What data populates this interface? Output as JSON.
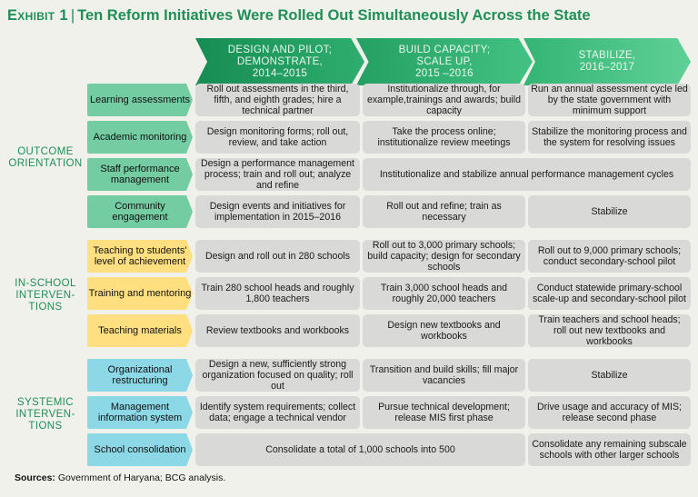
{
  "title": {
    "exhibit": "Exhibit 1",
    "separator": "|",
    "text": "Ten Reform Initiatives Were Rolled Out Simultaneously Across the State"
  },
  "colors": {
    "phase_dark": "#1e9a60",
    "phase_light": "#3dbe7e",
    "outcome_label": "#74cda2",
    "in_school_label": "#ffdf7f",
    "systemic_label": "#8dd8e6",
    "cell": "#d9d9d8",
    "group_text": "#1f8e57"
  },
  "phases": [
    {
      "lines": [
        "DESIGN AND PILOT;",
        "DEMONSTRATE,",
        "2014–2015"
      ]
    },
    {
      "lines": [
        "BUILD CAPACITY;",
        "SCALE UP,",
        "2015 –2016"
      ]
    },
    {
      "lines": [
        "STABILIZE,",
        "2016–2017"
      ]
    }
  ],
  "groups": [
    {
      "lines": [
        "OUTCOME",
        "ORIENTATION"
      ]
    },
    {
      "lines": [
        "IN-SCHOOL",
        "INTERVEN-",
        "TIONS"
      ]
    },
    {
      "lines": [
        "SYSTEMIC",
        "INTERVEN-",
        "TIONS"
      ]
    }
  ],
  "rows": [
    {
      "label": "Learning assessments",
      "cells": [
        "Roll out assessments in the third, fifth, and eighth grades; hire a technical partner",
        "Institutionalize through, for example,trainings and awards; build capacity",
        "Run an annual assessment cycle led by the state government with minimum support"
      ]
    },
    {
      "label": "Academic monitoring",
      "cells": [
        "Design monitoring forms; roll out, review, and take action",
        "Take the process online; institutionalize review meetings",
        "Stabilize the monitoring process and the system for resolving issues"
      ]
    },
    {
      "label": "Staff performance management",
      "cells": [
        "Design a performance management process; train and roll out; analyze and refine",
        "Institutionalize and stabilize annual performance management cycles"
      ]
    },
    {
      "label": "Community engagement",
      "cells": [
        "Design events and initiatives for implementation in 2015–2016",
        "Roll out and refine; train as necessary",
        "Stabilize"
      ]
    },
    {
      "label": "Teaching to students' level of achievement",
      "cells": [
        "Design and roll out in 280 schools",
        "Roll out to 3,000 primary schools; build capacity; design for secondary schools",
        "Roll out to 9,000 primary schools; conduct secondary-school pilot"
      ]
    },
    {
      "label": "Training and mentoring",
      "cells": [
        "Train 280 school heads and roughly 1,800 teachers",
        "Train 3,000 school heads and roughly 20,000 teachers",
        "Conduct statewide primary-school scale-up and secondary-school pilot"
      ]
    },
    {
      "label": "Teaching materials",
      "cells": [
        "Review textbooks and workbooks",
        "Design new textbooks and workbooks",
        "Train teachers and school heads; roll out new textbooks and workbooks"
      ]
    },
    {
      "label": "Organizational restructuring",
      "cells": [
        "Design a new, sufficiently strong organization focused on quality; roll out",
        "Transition and build skills; fill major vacancies",
        "Stabilize"
      ]
    },
    {
      "label": "Management information system",
      "cells": [
        "Identify system requirements; collect data; engage a technical vendor",
        "Pursue technical development; release MIS first phase",
        "Drive usage and accuracy of MIS; release second phase"
      ]
    },
    {
      "label": "School consolidation",
      "cells": [
        "Consolidate a total of 1,000 schools into 500",
        "Consolidate any remaining subscale schools with other larger schools"
      ]
    }
  ],
  "sources": {
    "label": "Sources:",
    "text": "Government of Haryana; BCG analysis."
  }
}
